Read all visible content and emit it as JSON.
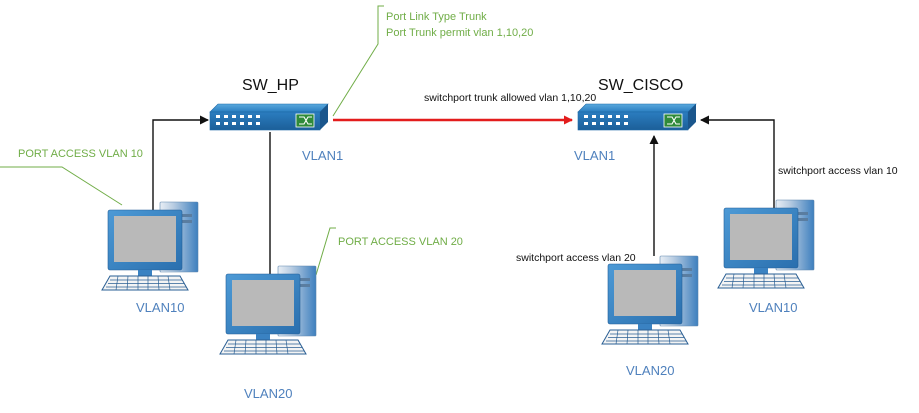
{
  "colors": {
    "trunk_link": "#e31c1c",
    "access_link": "#111111",
    "vlan_label": "#4f81bd",
    "callout_green": "#70ad47",
    "switch_body": "#2e87c9",
    "monitor_body": "#3a86c8",
    "monitor_screen": "#b9b9b9"
  },
  "switches": {
    "hp": {
      "name": "SW_HP",
      "vlan": "VLAN1"
    },
    "cisco": {
      "name": "SW_CISCO",
      "vlan": "VLAN1"
    }
  },
  "notes": {
    "hp_trunk_line1": "Port Link Type Trunk",
    "hp_trunk_line2": "Port Trunk permit vlan 1,10,20",
    "hp_access10": "PORT ACCESS VLAN 10",
    "hp_access20": "PORT ACCESS VLAN 20",
    "cisco_trunk": "switchport trunk allowed vlan 1,10,20",
    "cisco_access20": "switchport access vlan 20",
    "cisco_access10": "switchport access vlan 10"
  },
  "hosts": {
    "hp_pc10": {
      "vlan": "VLAN10",
      "icon": "desktop-computer-icon"
    },
    "hp_pc20": {
      "vlan": "VLAN20",
      "icon": "desktop-computer-icon"
    },
    "cisco_pc20": {
      "vlan": "VLAN20",
      "icon": "desktop-computer-icon"
    },
    "cisco_pc10": {
      "vlan": "VLAN10",
      "icon": "desktop-computer-icon"
    }
  }
}
